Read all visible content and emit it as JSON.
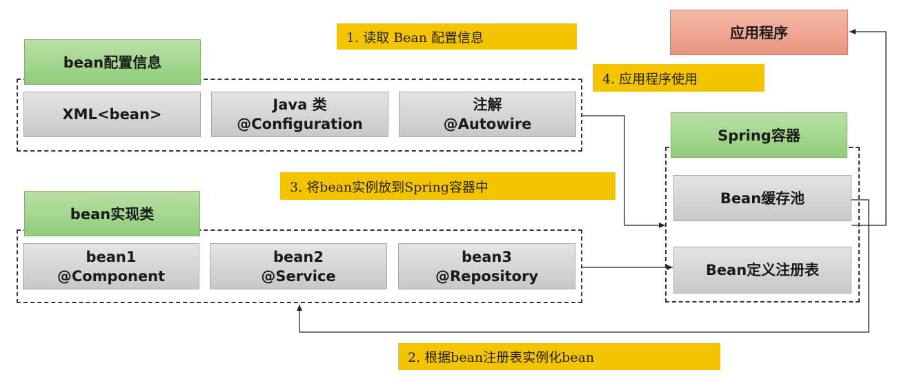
{
  "config_group": {
    "title": "bean配置信息",
    "items": [
      {
        "line1": "XML<bean>",
        "line2": ""
      },
      {
        "line1": "Java 类",
        "line2": "@Configuration"
      },
      {
        "line1": "注解",
        "line2": "@Autowire"
      }
    ]
  },
  "impl_group": {
    "title": "bean实现类",
    "items": [
      {
        "line1": "bean1",
        "line2": "@Component"
      },
      {
        "line1": "bean2",
        "line2": "@Service"
      },
      {
        "line1": "bean3",
        "line2": "@Repository"
      }
    ]
  },
  "spring_container": {
    "title": "Spring容器",
    "cache_pool": "Bean缓存池",
    "registry": "Bean定义注册表"
  },
  "application": "应用程序",
  "steps": {
    "step1": "1. 读取 Bean 配置信息",
    "step2": "2. 根据bean注册表实例化bean",
    "step3": "3. 将bean实例放到Spring容器中",
    "step4": "4. 应用程序使用"
  },
  "colors": {
    "group_header": "#97d077",
    "box": "#d4d4d4",
    "application": "#eea48e",
    "step_label": "#f5c400"
  }
}
